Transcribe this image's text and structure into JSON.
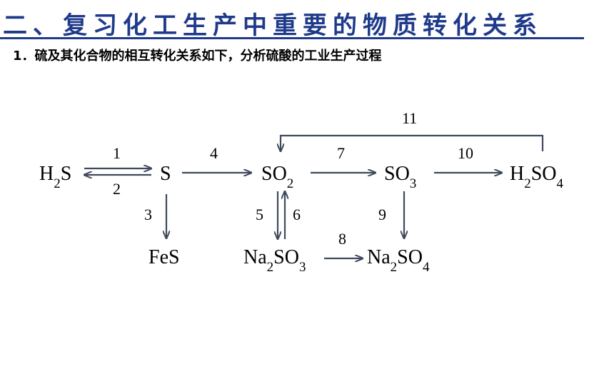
{
  "header": {
    "title": "二、复习化工生产中重要的物质转化关系",
    "subtitle": "1．硫及其化合物的相互转化关系如下，分析硫酸的工业生产过程"
  },
  "diagram": {
    "nodes": {
      "h2s": {
        "main": "H",
        "sub1": "2",
        "rest": "S"
      },
      "s": {
        "main": "S"
      },
      "so2": {
        "main": "SO",
        "sub1": "2"
      },
      "so3": {
        "main": "SO",
        "sub1": "3"
      },
      "h2so4": {
        "main": "H",
        "sub1": "2",
        "rest": "SO",
        "sub2": "4"
      },
      "fes": {
        "main": "FeS"
      },
      "na2so3": {
        "main": "Na",
        "sub1": "2",
        "rest": "SO",
        "sub2": "3"
      },
      "na2so4": {
        "main": "Na",
        "sub1": "2",
        "rest": "SO",
        "sub2": "4"
      }
    },
    "edges": {
      "e1": "1",
      "e2": "2",
      "e3": "3",
      "e4": "4",
      "e5": "5",
      "e6": "6",
      "e7": "7",
      "e8": "8",
      "e9": "9",
      "e10": "10",
      "e11": "11"
    }
  }
}
